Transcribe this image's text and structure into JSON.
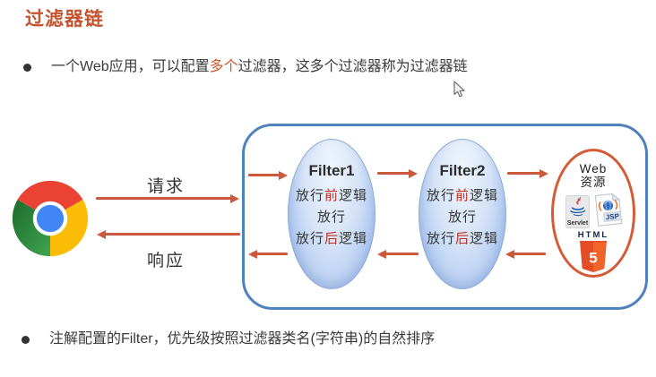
{
  "title": "过滤器链",
  "bullet1": {
    "pre": "一个Web应用，可以配置",
    "highlight": "多个",
    "post": "过滤器，这多个过滤器称为过滤器链"
  },
  "bullet2": "注解配置的Filter，优先级按照过滤器类名(字符串)的自然排序",
  "diagram": {
    "request_label": "请求",
    "response_label": "响应",
    "filters": [
      {
        "name": "Filter1",
        "before_pre": "放行",
        "before_hl": "前",
        "before_post": "逻辑",
        "pass": "放行",
        "after_pre": "放行",
        "after_hl": "后",
        "after_post": "逻辑"
      },
      {
        "name": "Filter2",
        "before_pre": "放行",
        "before_hl": "前",
        "before_post": "逻辑",
        "pass": "放行",
        "after_pre": "放行",
        "after_hl": "后",
        "after_post": "逻辑"
      }
    ],
    "web": {
      "title_line1": "Web",
      "title_line2": "资源",
      "servlet_label": "Servlet",
      "jsp_label": "JSP",
      "html_label": "HTML",
      "html_five": "5"
    }
  },
  "colors": {
    "accent_title": "#c4532e",
    "arrow": "#cb5a3c",
    "container_border": "#4f81bd",
    "web_ellipse_border": "#d35b36",
    "filter_red_char": "#c22f21",
    "body_text": "#3a3a3a",
    "chrome_red": "#ea4335",
    "chrome_yellow": "#fbbc05",
    "chrome_green": "#34a853",
    "chrome_blue": "#4285f4",
    "html5_orange": "#e44d26"
  }
}
